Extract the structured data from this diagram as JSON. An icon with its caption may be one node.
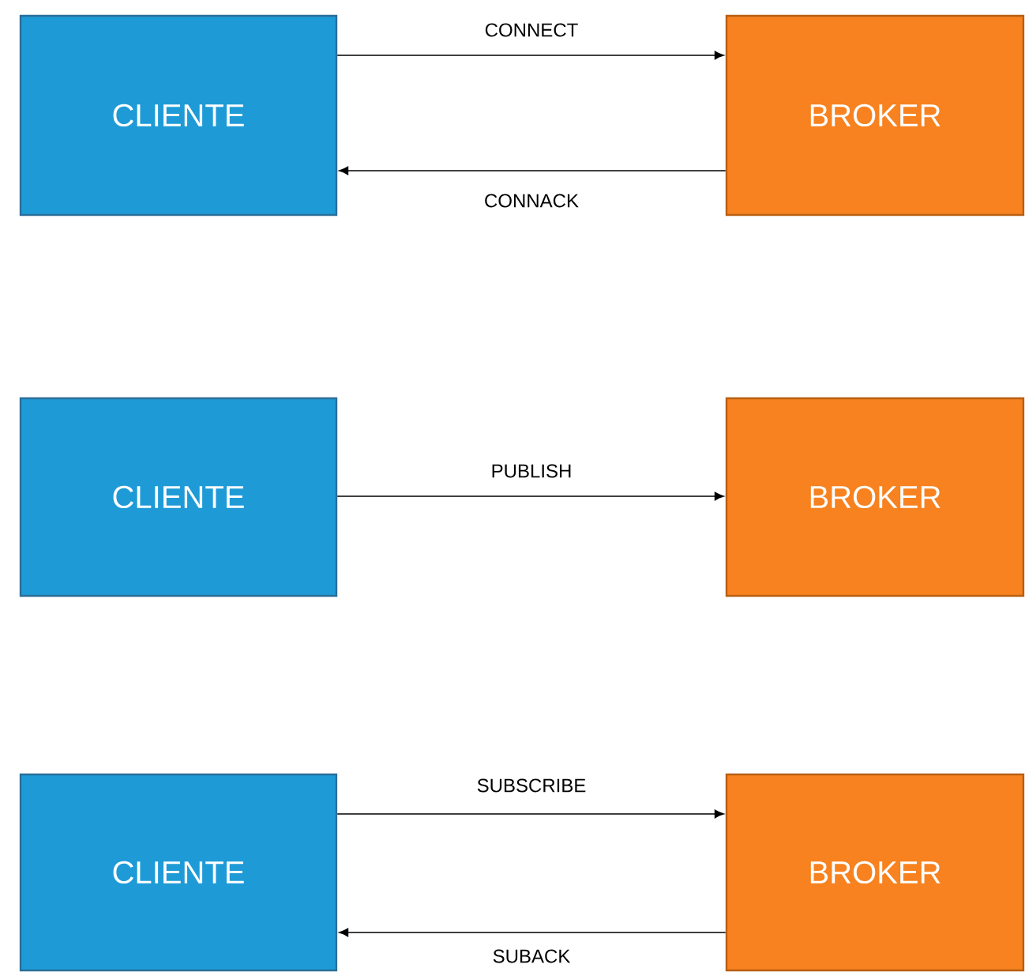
{
  "diagram": {
    "nodes": [
      {
        "text": [
          "CLIENTE"
        ]
      },
      {
        "text": [
          "BROKER"
        ]
      },
      {
        "text": [
          "CLIENTE"
        ]
      },
      {
        "text": [
          "BROKER"
        ]
      },
      {
        "text": [
          "CLIENTE"
        ]
      },
      {
        "text": [
          "BROKER"
        ]
      }
    ],
    "edges": [
      {
        "from": 0,
        "to": 1,
        "arrow": "to",
        "label": "CONNECT"
      },
      {
        "from": 1,
        "to": 0,
        "arrow": "to",
        "label": "CONNACK"
      },
      {
        "from": 2,
        "to": 3,
        "arrow": "to",
        "label": "PUBLISH"
      },
      {
        "from": 4,
        "to": 5,
        "arrow": "to",
        "label": "SUBSCRIBE"
      },
      {
        "from": 5,
        "to": 4,
        "arrow": "to",
        "label": "SUBACK"
      }
    ]
  }
}
